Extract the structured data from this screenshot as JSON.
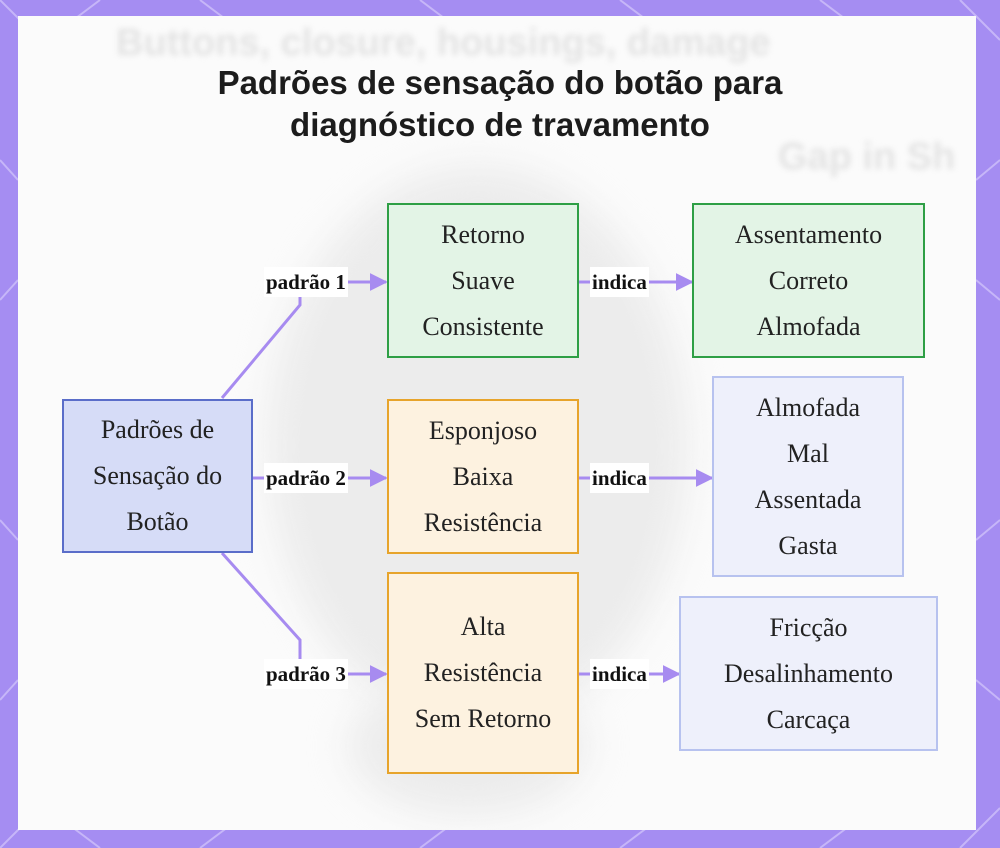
{
  "title": [
    "Padrões de sensação do botão para",
    "diagnóstico de travamento"
  ],
  "background_text": [
    "Buttons, closure, housings, damage",
    "Gap in Sh"
  ],
  "colors": {
    "frame": "#a58df2",
    "root_fill": "#d6dcf7",
    "root_border": "#5a6dc9",
    "green_fill": "#e3f4e6",
    "green_border": "#2e9f45",
    "orange_fill": "#fdf2e0",
    "orange_border": "#e7a42b",
    "blue_fill": "#eef0fb",
    "blue_border": "#b7c2ef",
    "edge": "#a78bf0"
  },
  "nodes": {
    "root": [
      "Padrões de",
      "Sensação do",
      "Botão"
    ],
    "p1": [
      "Retorno",
      "Suave",
      "Consistente"
    ],
    "p2": [
      "Esponjoso",
      "Baixa",
      "Resistência"
    ],
    "p3": [
      "Alta",
      "Resistência",
      "Sem Retorno"
    ],
    "r1": [
      "Assentamento",
      "Correto",
      "Almofada"
    ],
    "r2": [
      "Almofada",
      "Mal",
      "Assentada",
      "Gasta"
    ],
    "r3": [
      "Fricção",
      "Desalinhamento",
      "Carcaça"
    ]
  },
  "edges": {
    "pattern1": "padrão 1",
    "pattern2": "padrão 2",
    "pattern3": "padrão 3",
    "indicates": "indica"
  }
}
